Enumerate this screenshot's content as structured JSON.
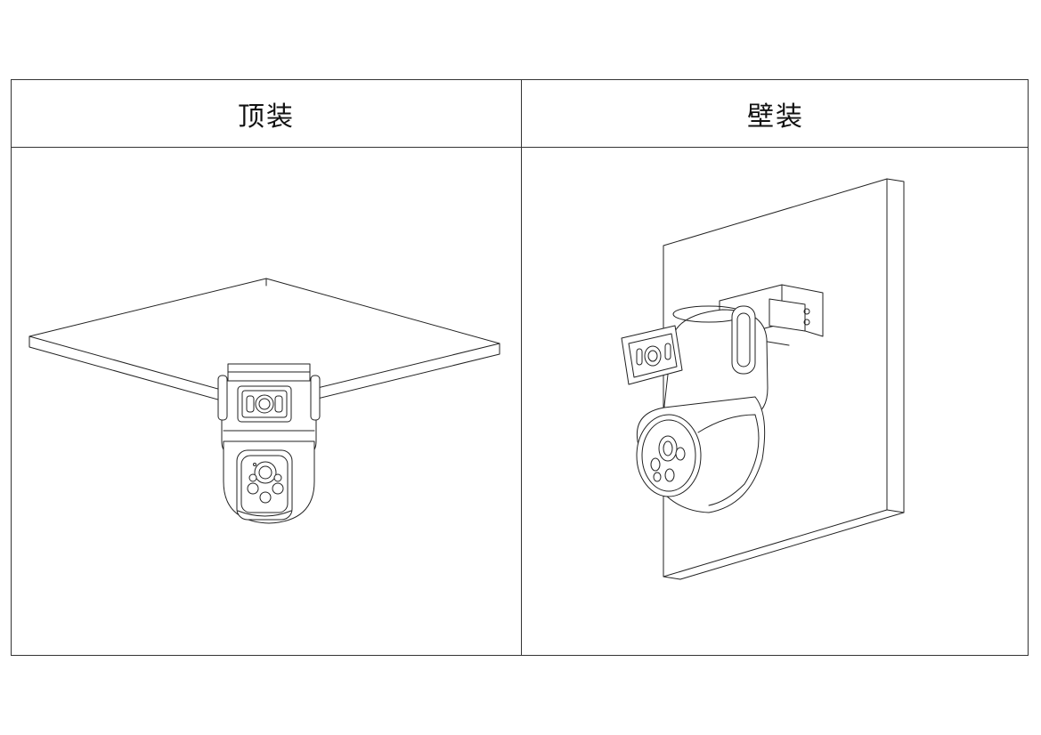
{
  "columns": [
    {
      "label": "顶装",
      "illustration": "ceiling-mount-camera-drawing"
    },
    {
      "label": "壁装",
      "illustration": "wall-mount-camera-drawing"
    }
  ]
}
